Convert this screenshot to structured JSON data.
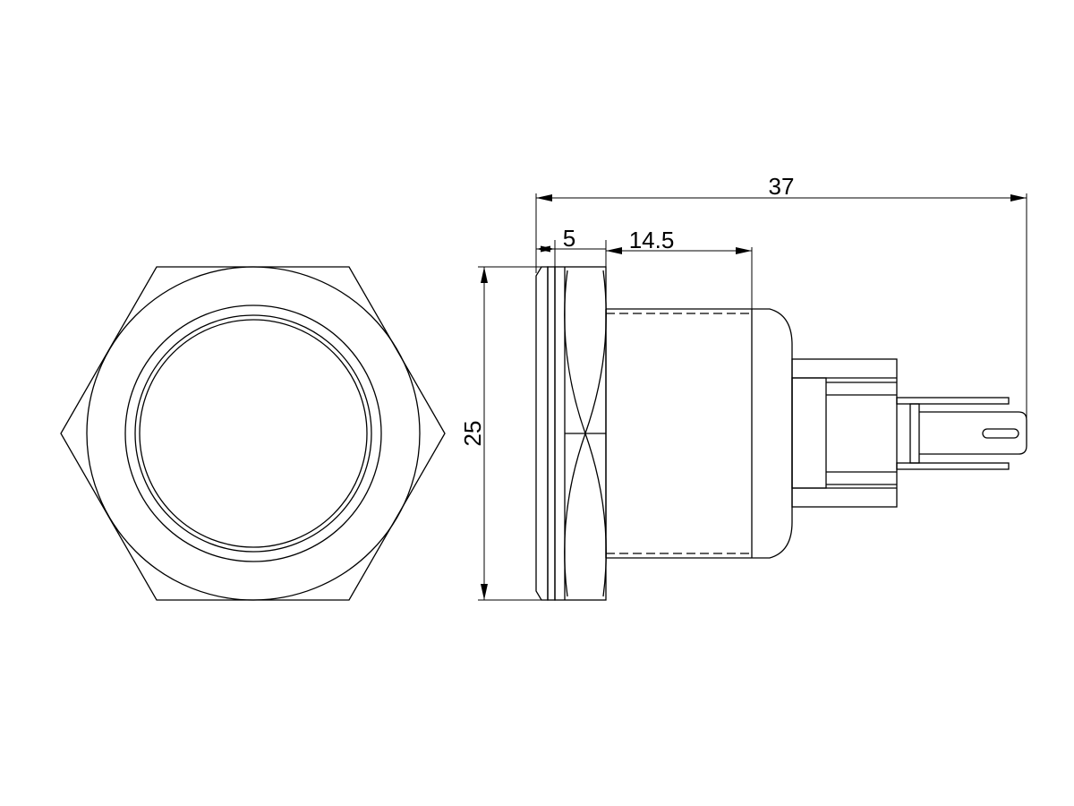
{
  "dimensions": {
    "overall_length": "37",
    "flange_thickness": "5",
    "body_length": "14.5",
    "diameter": "25"
  },
  "colors": {
    "background": "#ffffff",
    "line": "#000000"
  }
}
